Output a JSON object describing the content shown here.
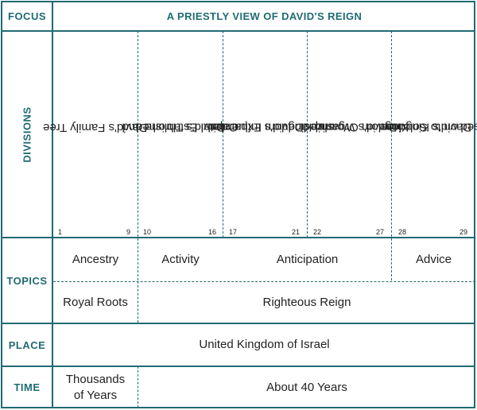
{
  "focus": {
    "label": "FOCUS",
    "title": "A PRIESTLY VIEW OF DAVID'S REIGN"
  },
  "divisions": {
    "label": "DIVISIONS",
    "items": [
      {
        "line1": "David's Family Tree",
        "line2": "",
        "start": "1",
        "end": "9"
      },
      {
        "line1": "David's Throne and",
        "line2": "Capital Established",
        "start": "10",
        "end": "16"
      },
      {
        "line1": "David's Influence",
        "line2": "and Kingdom Expanded",
        "start": "17",
        "end": "21"
      },
      {
        "line1": "David's Worship and",
        "line2": "Kingdom Organized",
        "start": "22",
        "end": "27"
      },
      {
        "line1": "David's Kingdom",
        "line2": "Passed on to Solomon",
        "start": "28",
        "end": "29"
      }
    ]
  },
  "topics": {
    "label": "TOPICS",
    "row1": [
      "Ancestry",
      "Activity",
      "Anticipation",
      "Advice"
    ],
    "row2": [
      "Royal Roots",
      "Righteous Reign"
    ]
  },
  "place": {
    "label": "PLACE",
    "value": "United Kingdom of Israel"
  },
  "time": {
    "label": "TIME",
    "col1_line1": "Thousands",
    "col1_line2": "of Years",
    "col2": "About 40 Years"
  },
  "colors": {
    "accent": "#1f6b73",
    "text": "#222222"
  }
}
